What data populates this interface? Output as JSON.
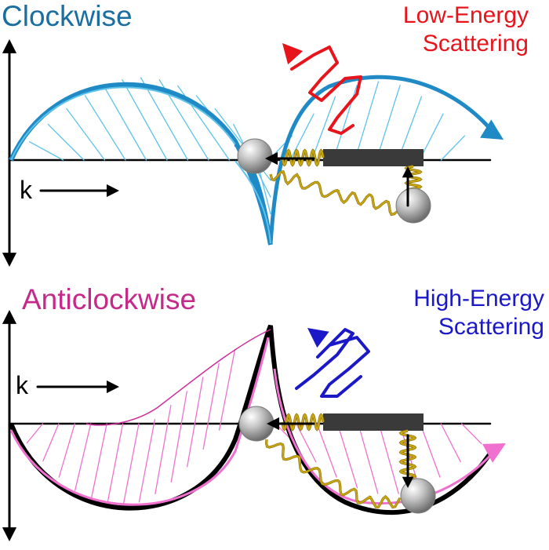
{
  "panels": [
    {
      "title": "Clockwise",
      "title_color": "#1a6fa0",
      "scattering_lines": [
        "Low-Energy",
        "Scattering"
      ],
      "scattering_color": "#e8141b",
      "wave_color": "#1f8ac6",
      "wave_light": "#5ec3ea",
      "k_label": "k"
    },
    {
      "title": "Anticlockwise",
      "title_color": "#c52a8a",
      "scattering_lines": [
        "High-Energy",
        "Scattering"
      ],
      "scattering_color": "#1b18c8",
      "wave_color": "#cc2c9a",
      "wave_light": "#f070d0",
      "k_label": "k"
    }
  ],
  "colors": {
    "spring": "#c8a614",
    "spring_dark": "#8a6e00",
    "bar": "#3a3a3a",
    "ball": "#b0b0b0"
  }
}
